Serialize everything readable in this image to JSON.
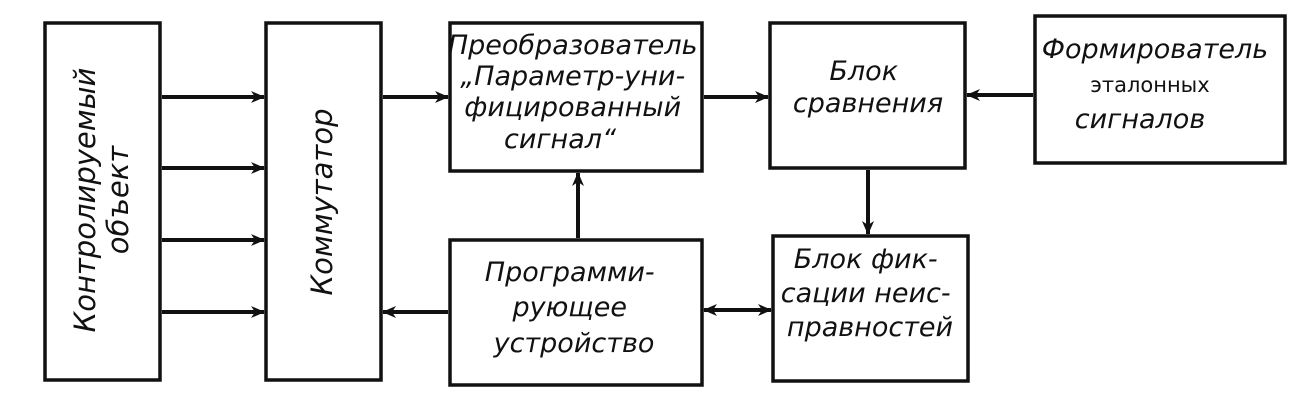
{
  "blocks": {
    "controlled_object": {
      "lines": [
        "Контролируемый",
        "объект"
      ]
    },
    "commutator": {
      "lines": [
        "Коммутатор"
      ]
    },
    "converter": {
      "lines": [
        "Преобразователь",
        "„Параметр-уни-",
        "фицированный",
        "сигнал“"
      ]
    },
    "comparison": {
      "lines": [
        "Блок",
        "сравнения"
      ]
    },
    "reference": {
      "lines": [
        "Формирователь",
        "эталонных",
        "сигналов"
      ]
    },
    "programmer": {
      "lines": [
        "Программи-",
        "рующее",
        "устройство"
      ]
    },
    "fault_fix": {
      "lines": [
        "Блок фик-",
        "сации неис-",
        "правностей"
      ]
    }
  },
  "colors": {
    "ink": "#111111",
    "paper": "#ffffff"
  }
}
